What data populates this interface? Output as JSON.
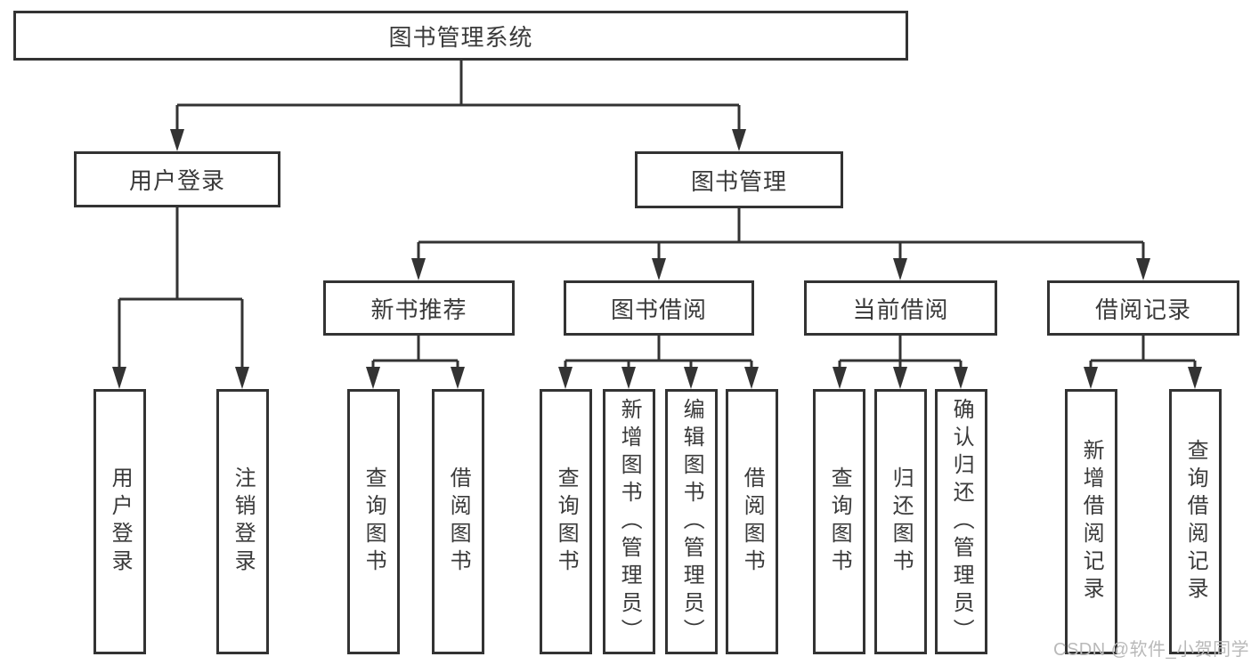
{
  "diagram": {
    "root": {
      "label": "图书管理系统"
    },
    "level2": [
      {
        "label": "用户登录",
        "parent": "图书管理系统"
      },
      {
        "label": "图书管理",
        "parent": "图书管理系统"
      }
    ],
    "level3": [
      {
        "label": "新书推荐",
        "parent": "图书管理"
      },
      {
        "label": "图书借阅",
        "parent": "图书管理"
      },
      {
        "label": "当前借阅",
        "parent": "图书管理"
      },
      {
        "label": "借阅记录",
        "parent": "图书管理"
      }
    ],
    "leaves": [
      {
        "label": "用户登录",
        "parent": "用户登录"
      },
      {
        "label": "注销登录",
        "parent": "用户登录"
      },
      {
        "label": "查询图书",
        "parent": "新书推荐"
      },
      {
        "label": "借阅图书",
        "parent": "新书推荐"
      },
      {
        "label": "查询图书",
        "parent": "图书借阅"
      },
      {
        "label": "新增图书（管理员）",
        "parent": "图书借阅"
      },
      {
        "label": "编辑图书（管理员）",
        "parent": "图书借阅"
      },
      {
        "label": "借阅图书",
        "parent": "图书借阅"
      },
      {
        "label": "查询图书",
        "parent": "当前借阅"
      },
      {
        "label": "归还图书",
        "parent": "当前借阅"
      },
      {
        "label": "确认归还（管理员）",
        "parent": "当前借阅"
      },
      {
        "label": "新增借阅记录",
        "parent": "借阅记录"
      },
      {
        "label": "查询借阅记录",
        "parent": "借阅记录"
      }
    ],
    "colors": {
      "line": "#333333",
      "text": "#3a3a3a",
      "watermark": "#b9b9b9",
      "background": "#ffffff"
    }
  },
  "watermark": {
    "text": "CSDN @软件_小贺同学"
  }
}
